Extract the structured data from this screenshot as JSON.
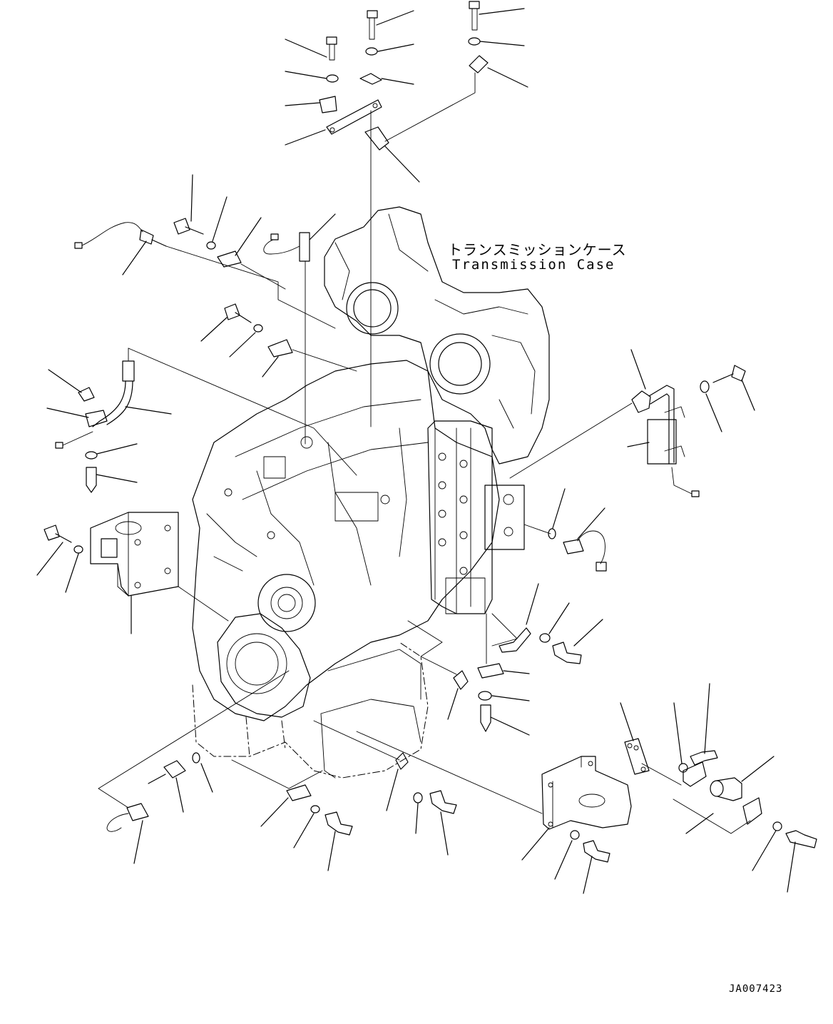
{
  "diagram": {
    "case_label_jp": "トランスミッションケース",
    "case_label_en": "Transmission Case",
    "figure_number": "JA007423"
  }
}
